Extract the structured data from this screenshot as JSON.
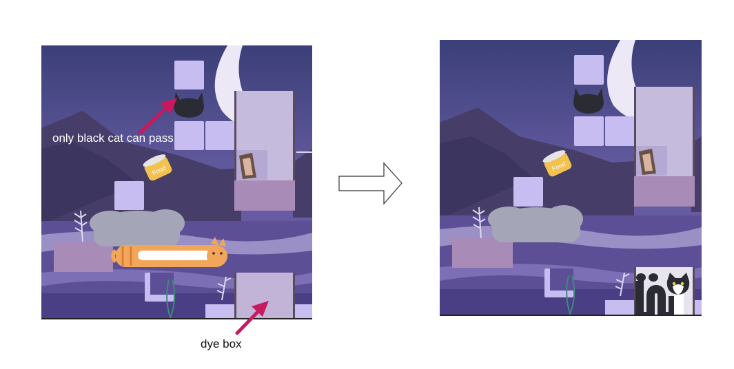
{
  "annotations": {
    "black_cat_gate": "only black cat can pass",
    "dye_box": "dye box"
  },
  "scene": {
    "food_can_label": "Food"
  },
  "colors": {
    "sky_top": "#3b3f78",
    "sky_bottom": "#6e62a8",
    "block": "#c7bdf0",
    "dark_block": "#a98bb8",
    "dye_box": "#c2b4d6",
    "arrow_annotation": "#c8185f",
    "orange_cat": "#f2a65a",
    "black_cat": "#2b2b33"
  },
  "icons": {
    "transition": "right-arrow-icon",
    "gate": "black-cat-gate-icon",
    "food": "food-can-icon"
  }
}
